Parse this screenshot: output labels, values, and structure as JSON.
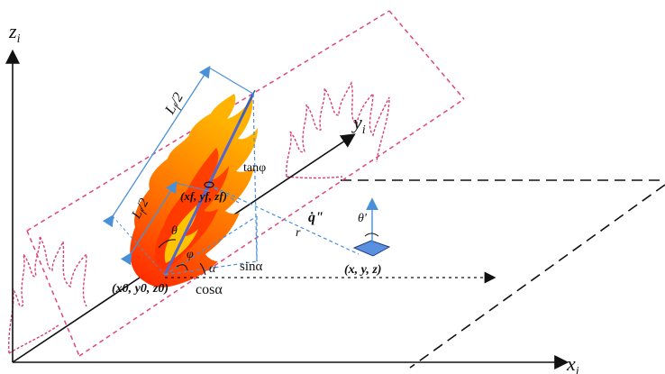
{
  "axes": {
    "z": "z",
    "z_sub": "i",
    "y": "y",
    "y_sub": "i",
    "x": "x",
    "x_sub": "i"
  },
  "labels": {
    "lf_upper": "L",
    "lf_upper_rest": "/2",
    "lf_lower": "L",
    "lf_lower_rest": "/2",
    "lf_sub": "f",
    "tan_phi": "tanφ",
    "flame_center": "(x",
    "flame_center_full": "(xf, yf, zf)",
    "theta": "θ",
    "phi": "φ",
    "alpha": "α",
    "sin_alpha": "sinα",
    "cos_alpha": "cosα",
    "base_point": "(x0, y0, z0)",
    "q_dot": "q̇\"",
    "r": "r",
    "theta_prime": "θ'",
    "target_point": "(x, y, z)"
  },
  "colors": {
    "axis": "#111111",
    "dashed_plane": "#e0457a",
    "vector": "#4a90d9",
    "flame_outer": "#ff8a00",
    "flame_inner": "#ff3b00",
    "flame_core": "#ffd300",
    "target_plate": "#5b8fe0",
    "flame_outline": "#d8406e"
  }
}
